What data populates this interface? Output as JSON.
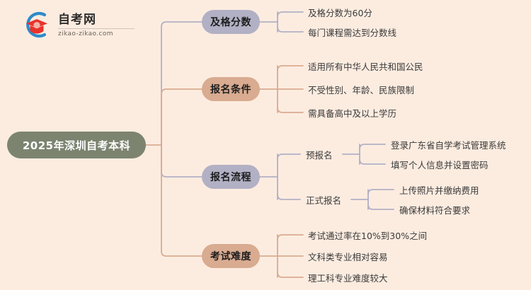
{
  "logo": {
    "title": "自考网",
    "url": "zikao-zikao.com",
    "mark_icon": "graduation-cap-icon",
    "arc_color": "#2e8bc8",
    "cap_color": "#e8322a"
  },
  "canvas": {
    "background_color": "#fcece0"
  },
  "mindmap": {
    "root": {
      "label": "2025年深圳自考本科",
      "color": "#7c8470",
      "text_color": "#ffffff"
    },
    "branches": [
      {
        "label": "及格分数",
        "color": "#b2b0c4",
        "line_color": "#b2b0c4",
        "children": [
          {
            "label": "及格分数为60分"
          },
          {
            "label": "每门课程需达到分数线"
          }
        ]
      },
      {
        "label": "报名条件",
        "color": "#d9ab90",
        "line_color": "#d9ab90",
        "children": [
          {
            "label": "适用所有中华人民共和国公民"
          },
          {
            "label": "不受性别、年龄、民族限制"
          },
          {
            "label": "需具备高中及以上学历"
          }
        ]
      },
      {
        "label": "报名流程",
        "color": "#b2b0c4",
        "line_color": "#b2b0c4",
        "children": [
          {
            "label": "预报名",
            "children": [
              {
                "label": "登录广东省自学考试管理系统"
              },
              {
                "label": "填写个人信息并设置密码"
              }
            ]
          },
          {
            "label": "正式报名",
            "children": [
              {
                "label": "上传照片并缴纳费用"
              },
              {
                "label": "确保材料符合要求"
              }
            ]
          }
        ]
      },
      {
        "label": "考试难度",
        "color": "#d9ab90",
        "line_color": "#d9ab90",
        "children": [
          {
            "label": "考试通过率在10%到30%之间"
          },
          {
            "label": "文科类专业相对容易"
          },
          {
            "label": "理工科专业难度较大"
          }
        ]
      }
    ]
  }
}
